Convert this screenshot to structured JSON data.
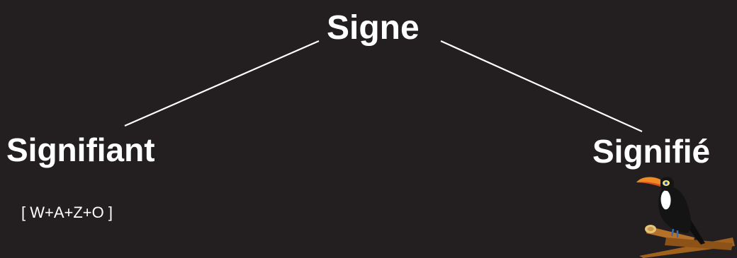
{
  "diagram": {
    "root": "Signe",
    "left_node": "Signifiant",
    "right_node": "Signifié",
    "left_detail": "[ W+A+Z+O ]",
    "right_detail_icon": "toucan-icon"
  },
  "colors": {
    "background": "#231f20",
    "text": "#ffffff",
    "line": "#ffffff",
    "toucan_body": "#111111",
    "toucan_beak": "#f08a24",
    "toucan_chest": "#ffffff",
    "branch": "#b5702a"
  }
}
